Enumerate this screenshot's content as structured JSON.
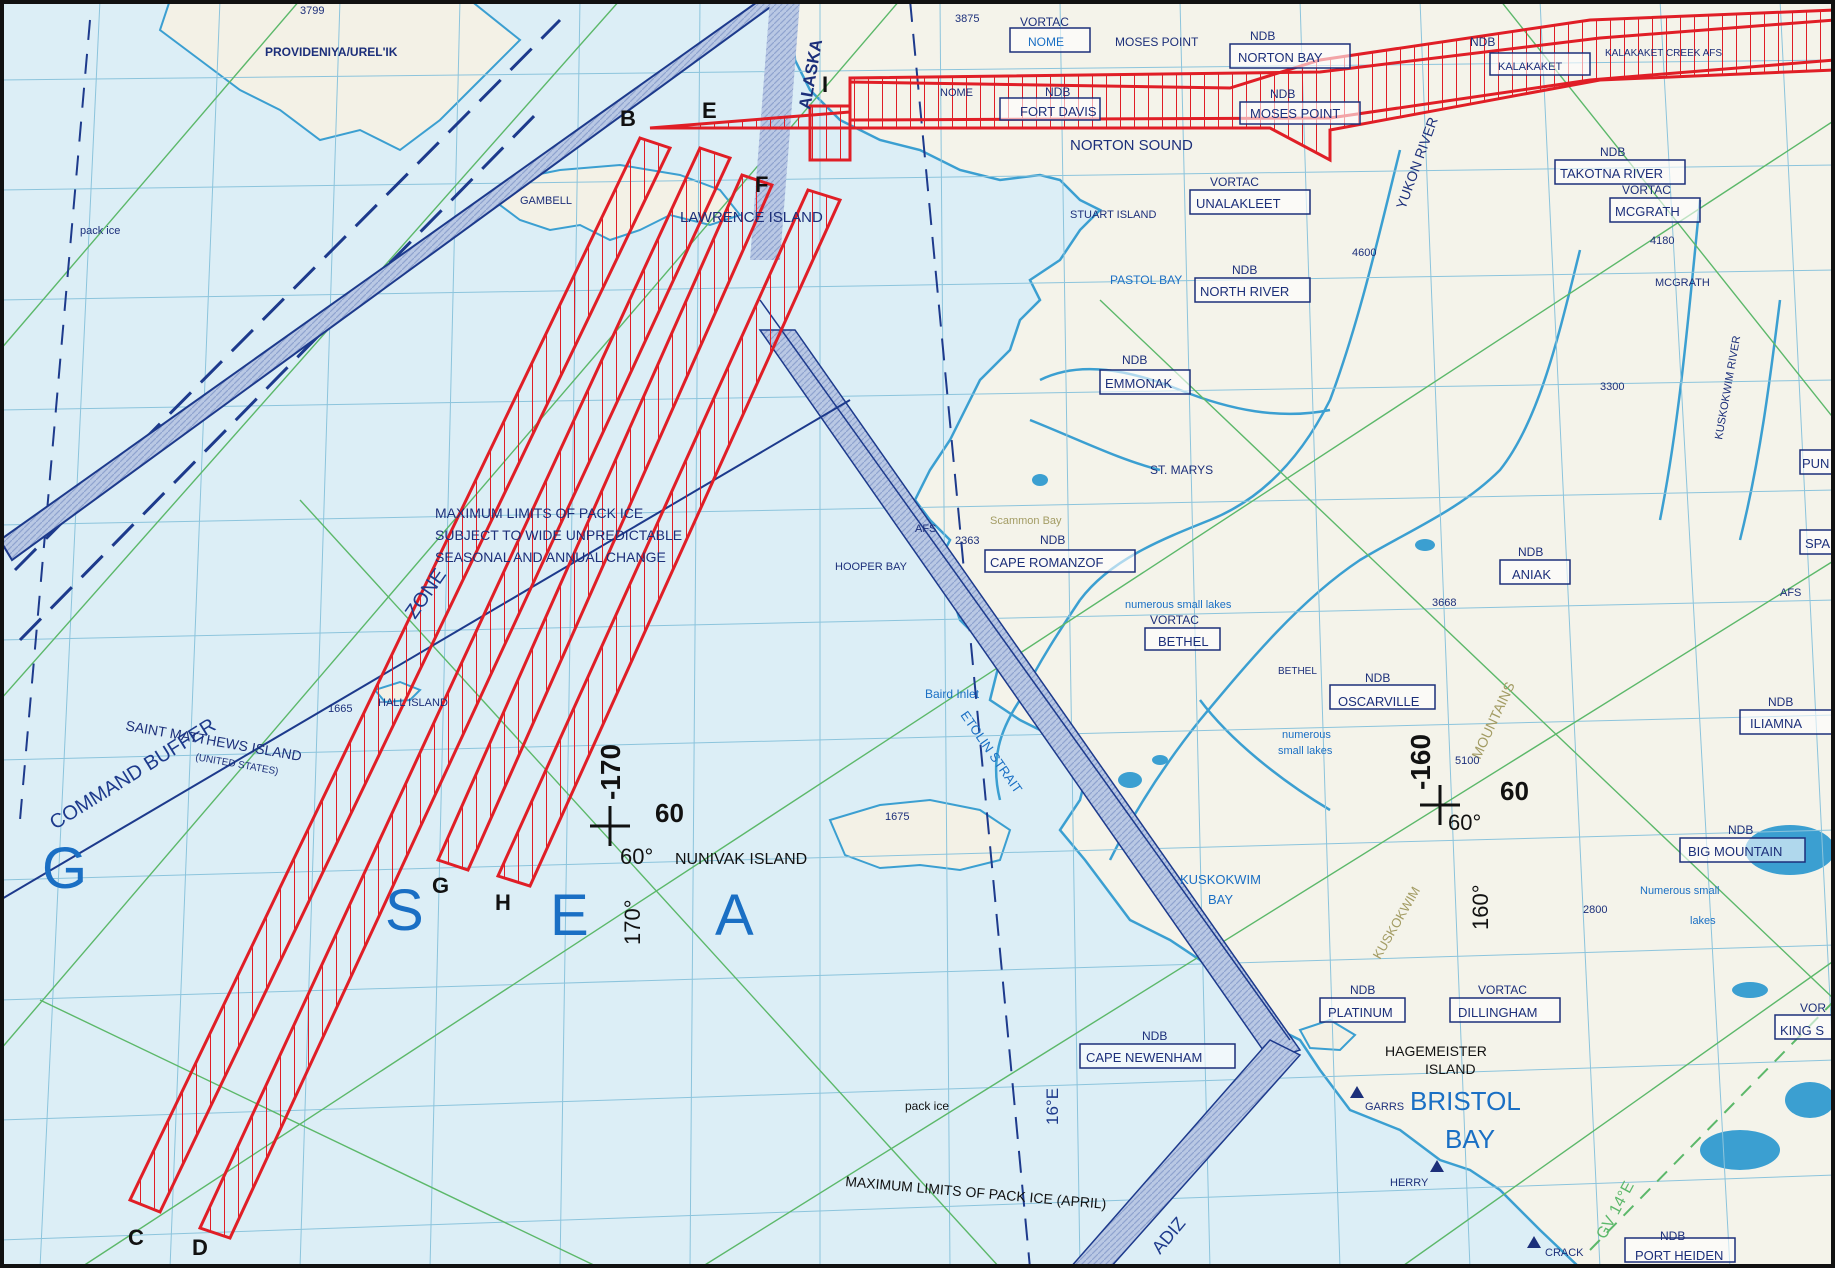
{
  "colors": {
    "sea": "#dceef6",
    "land": "#f4f3ea",
    "water": "#3b9fd1",
    "grid": "#8cc4dc",
    "green": "#5cb86a",
    "airway": "#1d3a8c",
    "route_red": "#e01e26",
    "nav_box": "#1c2f7a",
    "sea_label": "#1a6fc4"
  },
  "labels": {
    "providenyia": "PROVIDENIYA/UREL'IK",
    "gambell": "GAMBELL",
    "pack_ice_nw": "pack ice",
    "alaska": "ALASKA",
    "lawrence": "LAWRENCE ISLAND",
    "stuart_island": "STUART ISLAND",
    "vortac_nome": "VORTAC",
    "nome_box": "NOME",
    "nome_town": "NOME",
    "moses_point": "MOSES POINT",
    "ndb_norton": "NDB",
    "norton_bay": "NORTON BAY",
    "ndb_kalakaket": "NDB",
    "kalakaket_box": "KALAKAKET",
    "kalakaket_afs": "KALAKAKET CREEK AFS",
    "ndb_fort": "NDB",
    "fort_davis": "FORT DAVIS",
    "ndb_moses": "NDB",
    "moses_box": "MOSES POINT",
    "norton_sound": "NORTON SOUND",
    "vortac_unalakleet": "VORTAC",
    "unalakleet": "UNALAKLEET",
    "yukon_river": "YUKON RIVER",
    "ndb_takotna": "NDB",
    "takotna": "TAKOTNA RIVER",
    "vortac_mcgrath": "VORTAC",
    "mcgrath_box": "MCGRATH",
    "mcgrath_town": "MCGRATH",
    "elev_4180": "4180",
    "elev_4600": "4600",
    "pastol_bay": "PASTOL\nBAY",
    "ndb_north": "NDB",
    "north_river": "NORTH RIVER",
    "ndb_emmonak": "NDB",
    "emmonak": "EMMONAK",
    "st_marys": "ST. MARYS",
    "kuskokwim_river": "KUSKOKWIM RIVER",
    "elev_3300": "3300",
    "pack_ice_note": "MAXIMUM LIMITS OF PACK ICE\nSUBJECT TO WIDE UNPREDICTABLE\nSEASONAL AND ANNUAL CHANGE",
    "afs": "AFS",
    "elev_2363": "2363",
    "scammon_bay": "Scammon Bay",
    "ndb_cape_rom": "NDB",
    "cape_romanzof": "CAPE ROMANZOF",
    "hooper_bay": "HOOPER BAY",
    "ndb_aniak": "NDB",
    "aniak": "ANIAK",
    "elev_3668": "3668",
    "numerous_small_lakes_1": "numerous small lakes",
    "vortac_bethel": "VORTAC",
    "bethel_box": "BETHEL",
    "bethel_town": "BETHEL",
    "ndb_oscarville": "NDB",
    "oscarville": "OSCARVILLE",
    "numerous_small_lakes_2": "numerous\nsmall lakes",
    "mountains": "MOUNTAINS",
    "elev_5100": "5100",
    "board_inlet": "Baird Inlet",
    "etolin_strait": "ETOLIN STRAIT",
    "command_buffer": "COMMAND BUFFER",
    "buffer_zone": "ZONE",
    "saint_matthews": "SAINT MATTHEWS ISLAND",
    "united_states": "(UNITED STATES)",
    "elev_1665": "1665",
    "hall_island": "HALL ISLAND",
    "lon_170": "-170",
    "lat_60_w": "60",
    "lat_60_nunivak": "60°",
    "nunivak": "NUNIVAK ISLAND",
    "lon_170_deg": "170°",
    "elev_1675": "1675",
    "lon_160": "-160",
    "lat_60_e": "60",
    "lat_60_e_deg": "60°",
    "lon_160_deg": "160°",
    "kuskokwim_bay": "KUSKOKWIM\nBAY",
    "kuskokwim_mtns": "KUSKOKWIM",
    "ndb_iliamna": "NDB",
    "iliamna": "ILIAMNA",
    "ndb_pun": "PUN",
    "spa": "SPA",
    "afs_e": "AFS",
    "big_mountain_ndb": "NDB",
    "big_mountain": "BIG MOUNTAIN",
    "numerous_small_lakes_3": "Numerous small\nlakes",
    "elev_2800": "2800",
    "ndb_platinum": "NDB",
    "platinum": "PLATINUM",
    "vortac_dillingham": "VORTAC",
    "dillingham": "DILLINGHAM",
    "hagemeister": "HAGEMEISTER\nISLAND",
    "ndb_cape_new": "NDB",
    "cape_newenham": "CAPE NEWENHAM",
    "vortac_king": "VOR",
    "king_salmon": "KING S",
    "pack_ice_s": "pack ice",
    "bristol_bay": "BRISTOL\nBAY",
    "garrs": "GARRS",
    "herry": "HERRY",
    "crack": "CRACK",
    "max_limits_april": "MAXIMUM LIMITS OF PACK ICE (APRIL)",
    "gv_144": "GV 14°E",
    "port_heiden_ndb": "NDB",
    "port_heiden": "PORT HEIDEN",
    "dist_16e": "16°E",
    "adiz": "ADIZ",
    "sea_g": "G",
    "sea_s": "S",
    "sea_e": "E",
    "sea_a": "A",
    "pt_b": "B",
    "pt_e": "E",
    "pt_f": "F",
    "pt_i": "I",
    "pt_c": "C",
    "pt_d": "D",
    "pt_g": "G",
    "pt_h": "H",
    "elev_3799": "3799",
    "elev_3875": "3875"
  }
}
